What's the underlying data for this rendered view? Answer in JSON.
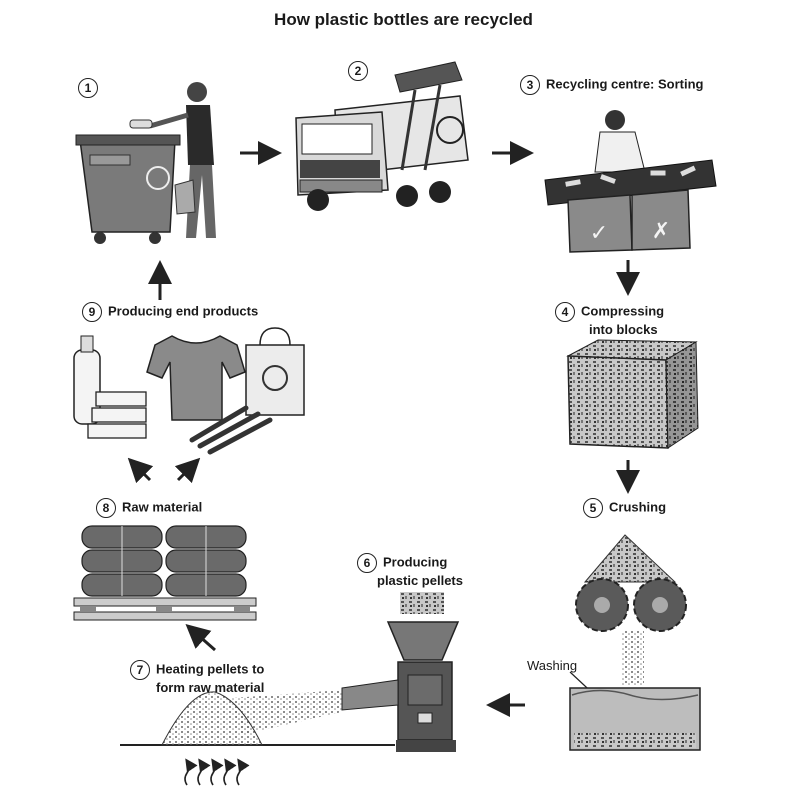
{
  "title": "How plastic bottles are recycled",
  "steps": [
    {
      "num": "1",
      "label": ""
    },
    {
      "num": "2",
      "label": ""
    },
    {
      "num": "3",
      "label": "Recycling centre: Sorting"
    },
    {
      "num": "4",
      "label_line1": "Compressing",
      "label_line2": "into blocks"
    },
    {
      "num": "5",
      "label": "Crushing"
    },
    {
      "num": "6",
      "label_line1": "Producing",
      "label_line2": "plastic pellets"
    },
    {
      "num": "7",
      "label_line1": "Heating pellets to",
      "label_line2": "form raw material"
    },
    {
      "num": "8",
      "label": "Raw material"
    },
    {
      "num": "9",
      "label": "Producing end products"
    }
  ],
  "annotations": {
    "washing": "Washing"
  },
  "sort_symbols": {
    "accept": "✓",
    "reject": "✗"
  }
}
